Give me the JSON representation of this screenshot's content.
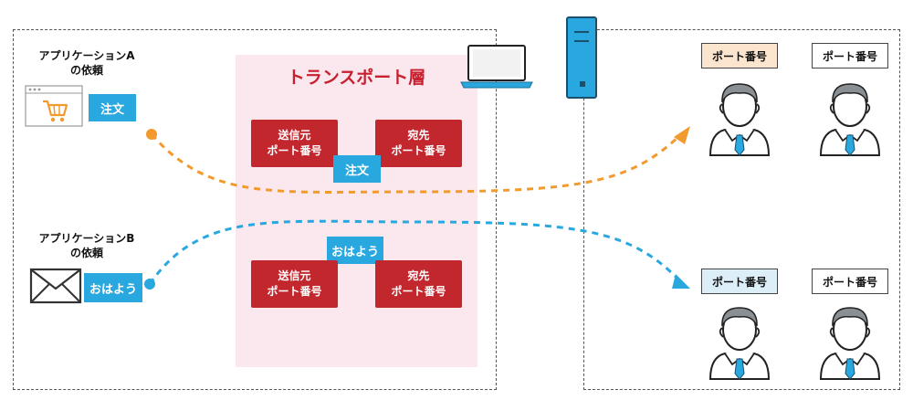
{
  "transport": {
    "title": "トランスポート層"
  },
  "app_a": {
    "label_line1": "アプリケーションA",
    "label_line2": "の依頼",
    "tag": "注文",
    "icon": "shopping-cart-icon"
  },
  "app_b": {
    "label_line1": "アプリケーションB",
    "label_line2": "の依頼",
    "tag": "おはよう",
    "icon": "envelope-icon"
  },
  "upper": {
    "src_line1": "送信元",
    "src_line2": "ポート番号",
    "dst_line1": "宛先",
    "dst_line2": "ポート番号",
    "payload": "注文"
  },
  "lower": {
    "src_line1": "送信元",
    "src_line2": "ポート番号",
    "dst_line1": "宛先",
    "dst_line2": "ポート番号",
    "payload": "おはよう"
  },
  "server_ports": {
    "top_left": "ポート番号",
    "top_right": "ポート番号",
    "bottom_left": "ポート番号",
    "bottom_right": "ポート番号"
  },
  "colors": {
    "orange": "#f29a2e",
    "blue": "#29a8e0",
    "red": "#c1272d",
    "pink": "#fbe8ef",
    "port_orange_bg": "#fbe5cf",
    "port_blue_bg": "#dceef8"
  },
  "icons": [
    "laptop-icon",
    "server-icon",
    "person-icon"
  ]
}
